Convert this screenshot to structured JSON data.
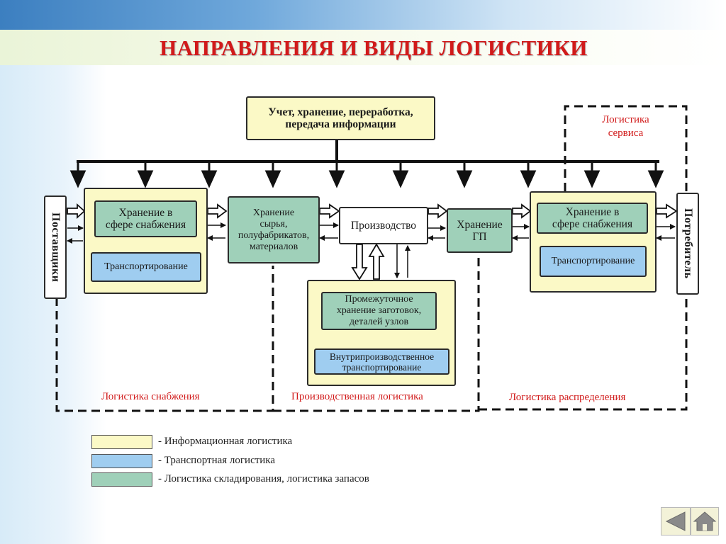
{
  "title": "НАПРАВЛЕНИЯ И ВИДЫ ЛОГИСТИКИ",
  "info_box": {
    "line1": "Учет, хранение, переработка,",
    "line2": "передача информации"
  },
  "suppliers": "Поставщики",
  "consumer": "Потребитель",
  "supply": {
    "storage_line1": "Хранение в",
    "storage_line2": "сфере снабжения",
    "transport": "Транспортирование"
  },
  "raw_storage": {
    "line1": "Хранение",
    "line2": "сырья,",
    "line3": "полуфабрикатов,",
    "line4": "материалов"
  },
  "production": "Производство",
  "finished_goods": {
    "line1": "Хранение",
    "line2": "ГП"
  },
  "inner": {
    "storage_line1": "Промежуточное",
    "storage_line2": "хранение заготовок,",
    "storage_line3": "деталей узлов",
    "transport_line1": "Внутрипроизводственное",
    "transport_line2": "транспортирование"
  },
  "distribution": {
    "storage_line1": "Хранение в",
    "storage_line2": "сфере снабжения",
    "transport": "Транспортирование"
  },
  "zones": {
    "service_line1": "Логистика",
    "service_line2": "сервиса",
    "supply": "Логистика снабжения",
    "production": "Производственная логистика",
    "distribution": "Логистика распределения"
  },
  "legend": [
    {
      "text": "- Информационная логистика",
      "color": "#fbf9c6"
    },
    {
      "text": "- Транспортная  логистика",
      "color": "#9fcdf0"
    },
    {
      "text": "- Логистика складирования, логистика запасов",
      "color": "#9fd0b9"
    }
  ],
  "colors": {
    "title": "#d11a1a",
    "info": "#fbf9c6",
    "transport": "#9fcdf0",
    "storage": "#9fd0b9"
  },
  "nav": {
    "back_icon": "back-arrow-icon",
    "home_icon": "home-icon"
  }
}
